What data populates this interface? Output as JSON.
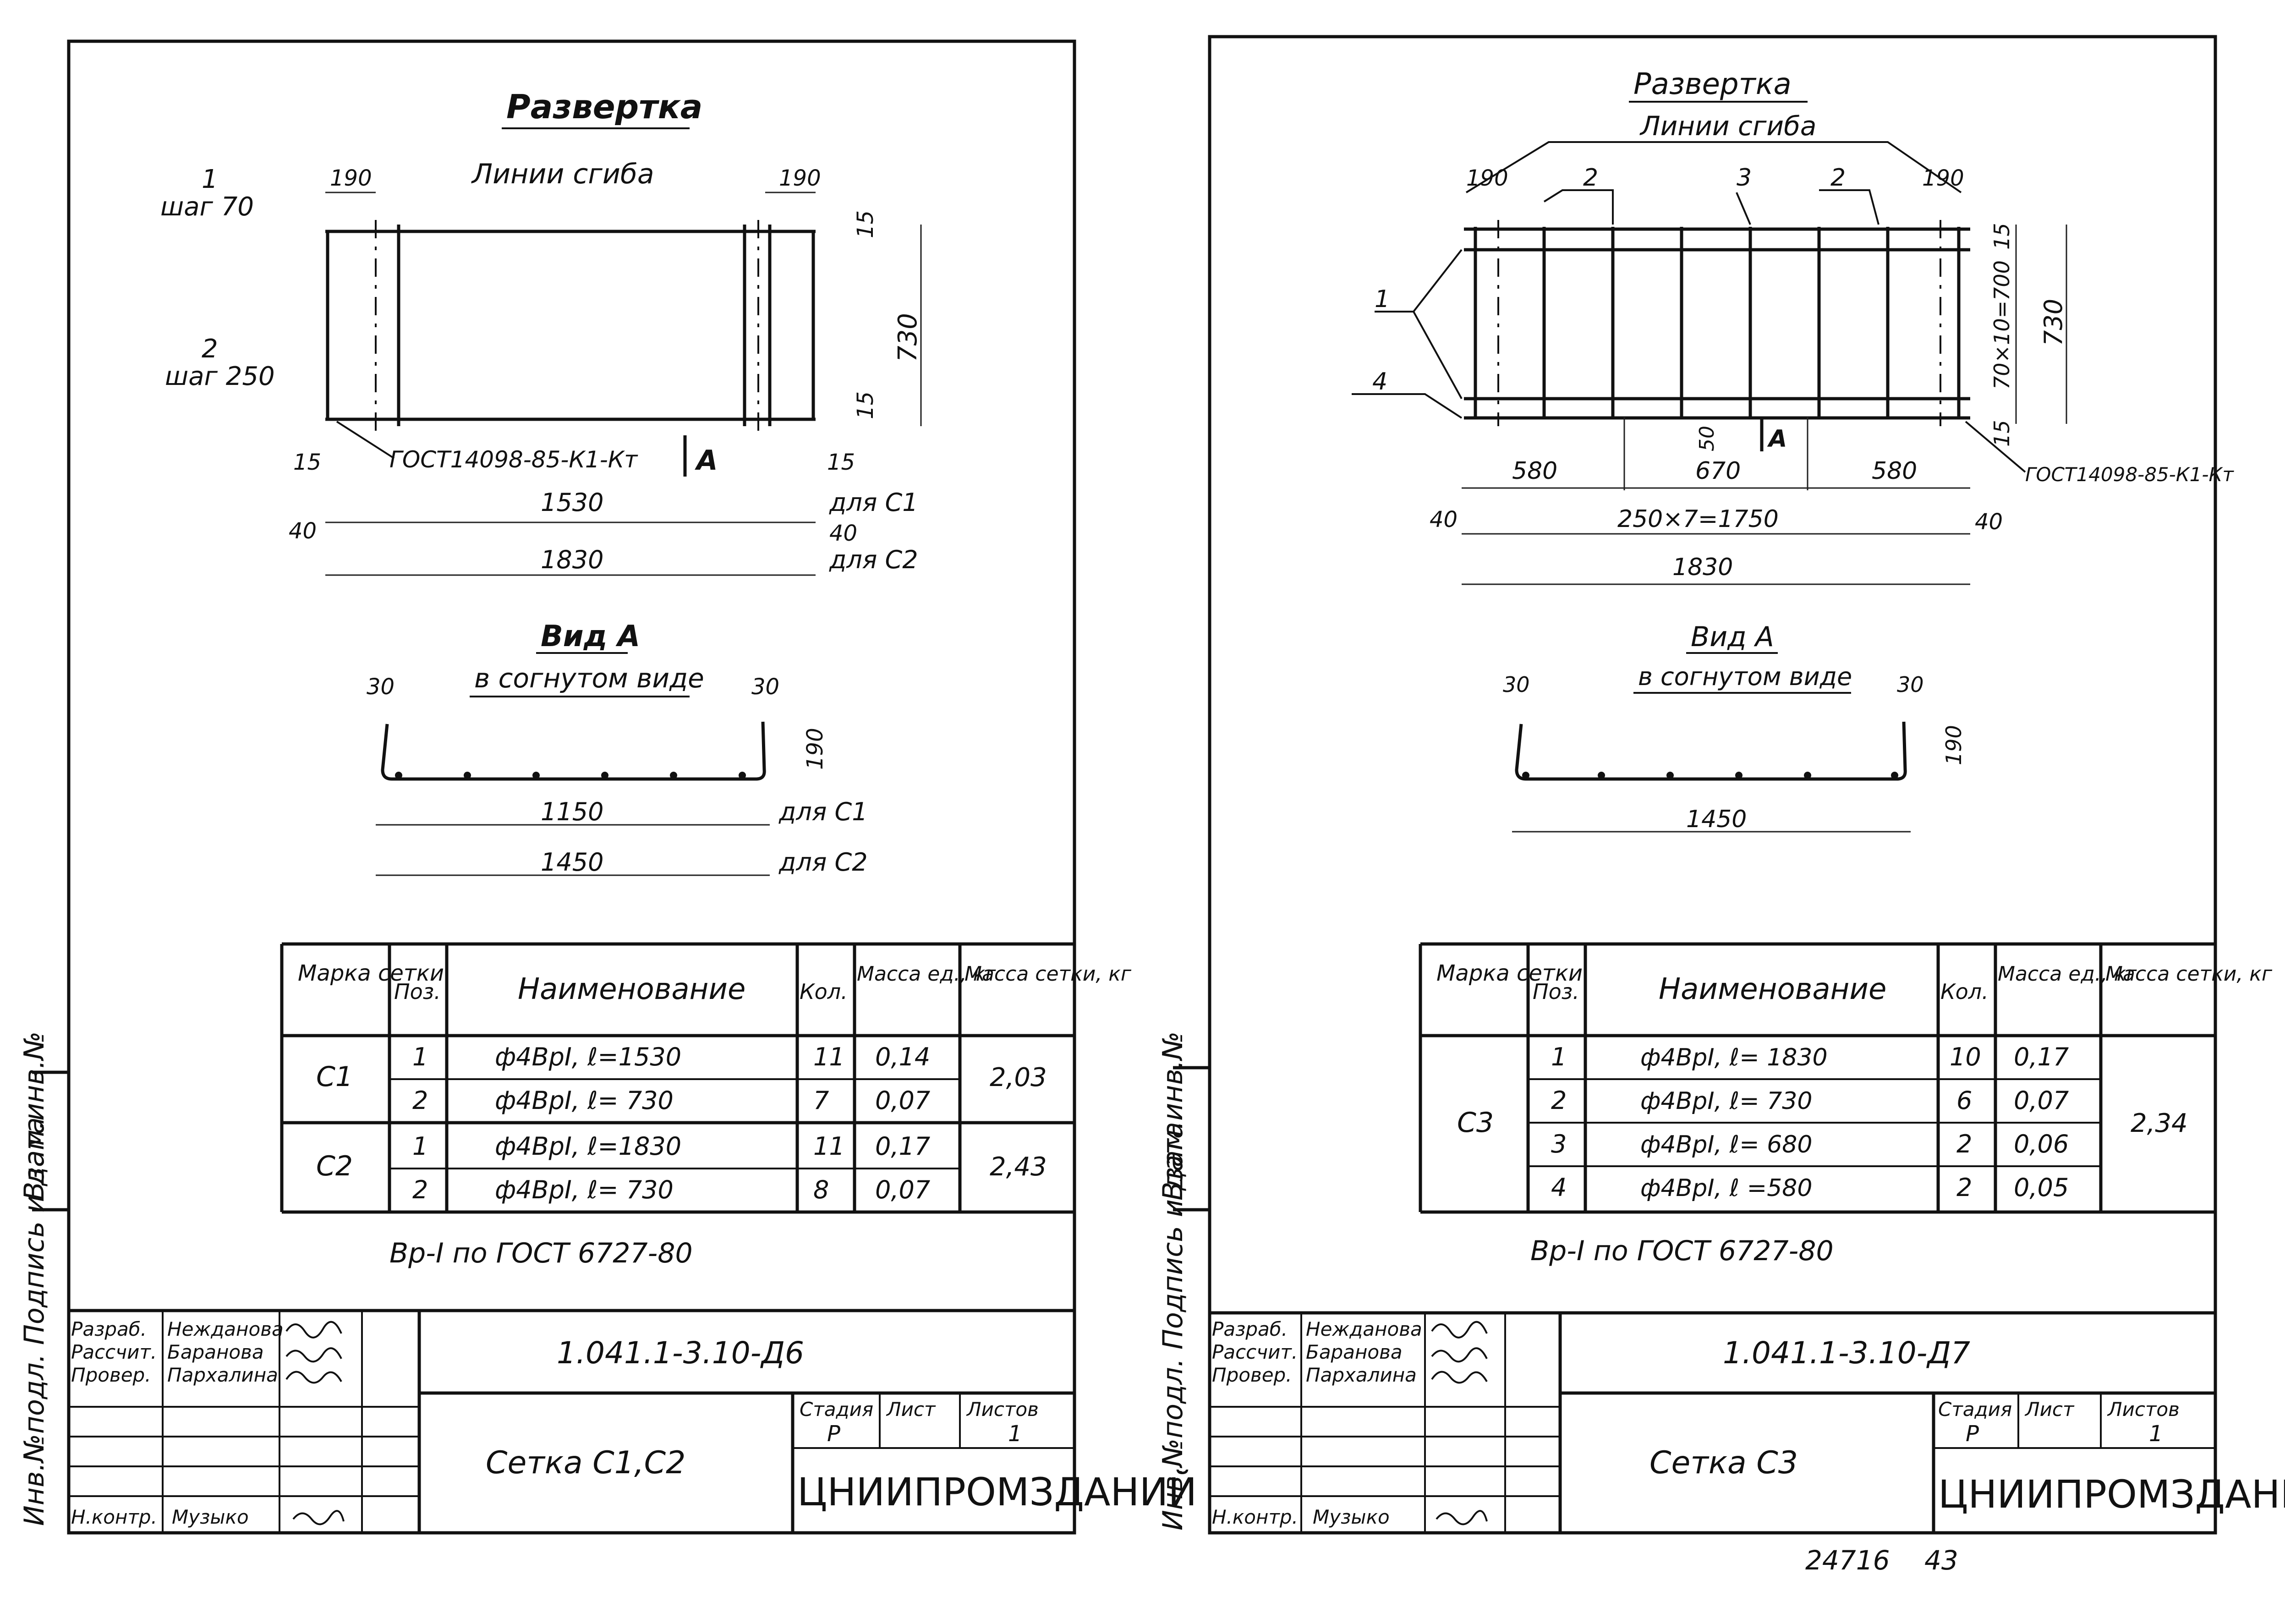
{
  "sheets": [
    {
      "razvertka_title": "Развертка",
      "bend_lines": "Линии сгиба",
      "pos1_label": "1",
      "pos1_step": "шаг 70",
      "pos2_label": "2",
      "pos2_step": "шаг 250",
      "dim_190_left": "190",
      "dim_190_right": "190",
      "dim_15_top": "15",
      "dim_15_bottom": "15",
      "dim_730": "730",
      "dim_15_left": "15",
      "dim_15_right": "15",
      "gost_mesh": "ГОСТ14098-85-К1-Кт",
      "view_marker": "А",
      "dim_1530": "1530",
      "dim_1830": "1830",
      "dim_40_left": "40",
      "dim_40_right": "40",
      "for_c1": "для С1",
      "for_c2": "для С2",
      "view_title": "Вид А",
      "view_subtitle": "в согнутом виде",
      "dim_30_left": "30",
      "dim_30_right": "30",
      "dim_190_view": "190",
      "dim_1150": "1150",
      "dim_1450": "1450",
      "view_for_c1": "для С1",
      "view_for_c2": "для С2",
      "table_headers": [
        "Марка сетки",
        "Поз.",
        "Наименование",
        "Кол.",
        "Масса ед., кг",
        "Масса сетки, кг"
      ],
      "table_groups": [
        {
          "mark": "С1",
          "mass": "2,03",
          "rows": [
            {
              "pos": "1",
              "name": "ф4ВрI, ℓ=1530",
              "qty": "11",
              "unit_mass": "0,14"
            },
            {
              "pos": "2",
              "name": "ф4ВрI, ℓ= 730",
              "qty": "7",
              "unit_mass": "0,07"
            }
          ]
        },
        {
          "mark": "С2",
          "mass": "2,43",
          "rows": [
            {
              "pos": "1",
              "name": "ф4ВрI, ℓ=1830",
              "qty": "11",
              "unit_mass": "0,17"
            },
            {
              "pos": "2",
              "name": "ф4ВрI, ℓ= 730",
              "qty": "8",
              "unit_mass": "0,07"
            }
          ]
        }
      ],
      "note": "Вр-I по ГОСТ 6727-80",
      "side_stamp_1": "Инв.№подл. Подпись и дата",
      "side_stamp_2": "Взам.инв.№",
      "title_block": {
        "roles": [
          "Разраб.",
          "Рассчит.",
          "Провер.",
          "Н.контр."
        ],
        "names": [
          "Нежданова",
          "Баранова",
          "Пархалина",
          "Музыко"
        ],
        "doc_number": "1.041.1-3.10-Д6",
        "stage_label": "Стадия",
        "sheet_label": "Лист",
        "sheets_label": "Листов",
        "stage": "Р",
        "sheets": "1",
        "title": "Сетка С1,С2",
        "org": "ЦНИИПРОМЗДАНИЙ"
      }
    },
    {
      "razvertka_title": "Развертка",
      "bend_lines": "Линии сгиба",
      "dim_190_left": "190",
      "dim_190_right": "190",
      "pos_2a": "2",
      "pos_3": "3",
      "pos_2b": "2",
      "pos_1": "1",
      "pos_4": "4",
      "dim_15_top": "15",
      "dim_15_bottom": "15",
      "dim_700": "70×10=700",
      "dim_730": "730",
      "dim_50": "50",
      "view_marker": "А",
      "dim_580_left": "580",
      "dim_670": "670",
      "dim_580_right": "580",
      "gost_mesh": "ГОСТ14098-85-К1-Кт",
      "dim_40_left": "40",
      "dim_40_right": "40",
      "dim_1750": "250×7=1750",
      "dim_1830": "1830",
      "view_title": "Вид А",
      "view_subtitle": "в согнутом виде",
      "dim_30_left": "30",
      "dim_30_right": "30",
      "dim_190_view": "190",
      "dim_1450": "1450",
      "table_headers": [
        "Марка сетки",
        "Поз.",
        "Наименование",
        "Кол.",
        "Масса ед., кг",
        "Масса сетки, кг"
      ],
      "table_groups": [
        {
          "mark": "С3",
          "mass": "2,34",
          "rows": [
            {
              "pos": "1",
              "name": "ф4ВрI, ℓ= 1830",
              "qty": "10",
              "unit_mass": "0,17"
            },
            {
              "pos": "2",
              "name": "ф4ВрI, ℓ= 730",
              "qty": "6",
              "unit_mass": "0,07"
            },
            {
              "pos": "3",
              "name": "ф4ВрI, ℓ= 680",
              "qty": "2",
              "unit_mass": "0,06"
            },
            {
              "pos": "4",
              "name": "ф4ВрI, ℓ =580",
              "qty": "2",
              "unit_mass": "0,05"
            }
          ]
        }
      ],
      "note": "Вр-I по ГОСТ 6727-80",
      "side_stamp_1": "Инв.№подл. Подпись и дата",
      "side_stamp_2": "Взам.инв.№",
      "title_block": {
        "roles": [
          "Разраб.",
          "Рассчит.",
          "Провер.",
          "Н.контр."
        ],
        "names": [
          "Нежданова",
          "Баранова",
          "Пархалина",
          "Музыко"
        ],
        "doc_number": "1.041.1-3.10-Д7",
        "stage_label": "Стадия",
        "sheet_label": "Лист",
        "sheets_label": "Листов",
        "stage": "Р",
        "sheets": "1",
        "title": "Сетка С3",
        "org": "ЦНИИПРОМЗДАНИЙ"
      }
    }
  ],
  "footer": {
    "archive_number": "24716",
    "page_number": "43"
  }
}
